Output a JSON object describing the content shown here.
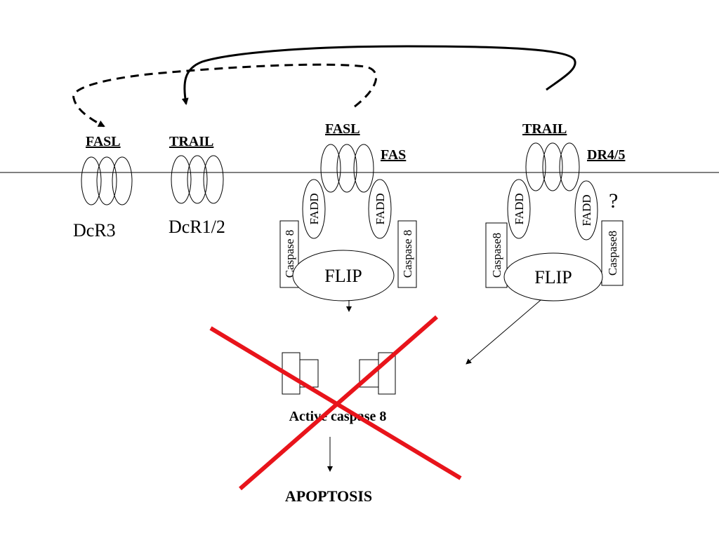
{
  "decoy_receptors": {
    "dcr3": {
      "ligand": "FASL",
      "name": "DcR3"
    },
    "dcr12": {
      "ligand": "TRAIL",
      "name": "DcR1/2"
    }
  },
  "fas_complex": {
    "ligand": "FASL",
    "receptor": "FAS",
    "adaptor_left": "FADD",
    "adaptor_right": "FADD",
    "caspase_left": "Caspase 8",
    "caspase_right": "Caspase 8",
    "inhibitor": "FLIP"
  },
  "dr_complex": {
    "ligand": "TRAIL",
    "receptor": "DR4/5",
    "unknown_mark": "?",
    "adaptor_left": "FADD",
    "adaptor_right": "FADD",
    "caspase_left": "Caspase8",
    "caspase_right": "Caspase8",
    "inhibitor": "FLIP"
  },
  "outcome": {
    "active_label": "Active caspase 8",
    "result": "APOPTOSIS"
  },
  "colors": {
    "line": "#000000",
    "cross": "#e8141b",
    "background": "#ffffff"
  }
}
